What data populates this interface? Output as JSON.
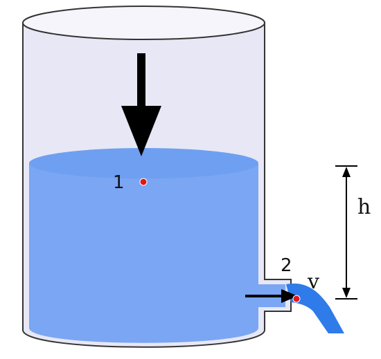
{
  "labels": {
    "point_1": "1",
    "point_2": "2",
    "velocity": "v",
    "height": "h"
  },
  "colors": {
    "tank_fill": "#e7e7f5",
    "tank_outline": "#333333",
    "water": "#7aa6f3",
    "water_surface": "#6f9ff0",
    "jet": "#2f7bea",
    "point_marker": "#e01818",
    "arrow": "#000000"
  }
}
